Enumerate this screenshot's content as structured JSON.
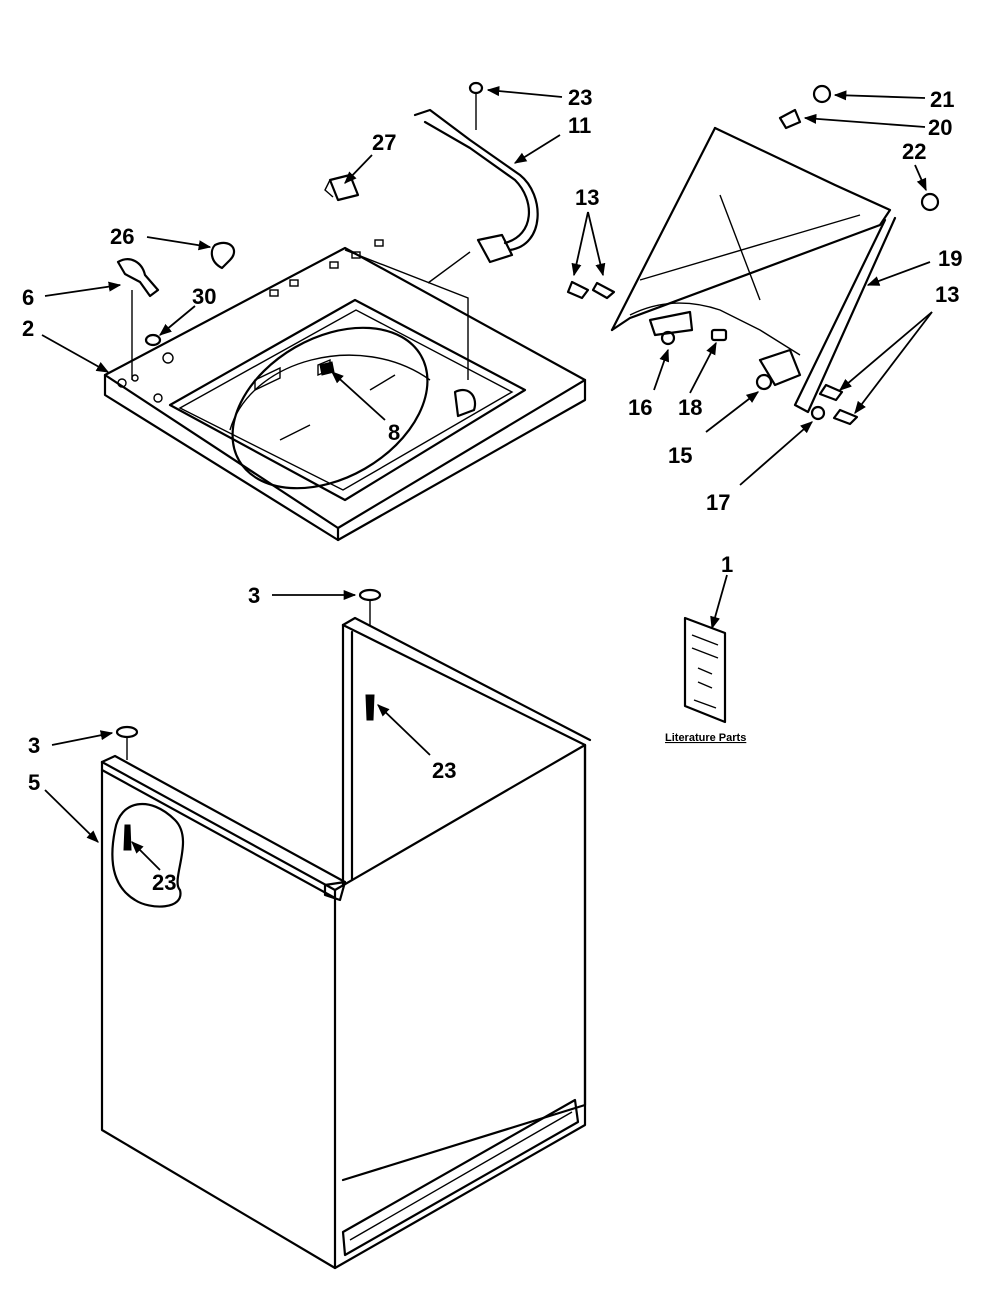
{
  "callouts": {
    "c23_top": "23",
    "c11": "11",
    "c27": "27",
    "c26": "26",
    "c6": "6",
    "c30": "30",
    "c2": "2",
    "c8": "8",
    "c13_a": "13",
    "c21": "21",
    "c20": "20",
    "c22": "22",
    "c19": "19",
    "c13_b": "13",
    "c16": "16",
    "c18": "18",
    "c15": "15",
    "c17": "17",
    "c1": "1",
    "c3_a": "3",
    "c23_mid": "23",
    "c3_b": "3",
    "c5": "5",
    "c23_low": "23"
  },
  "literature_label": "Literature Parts"
}
